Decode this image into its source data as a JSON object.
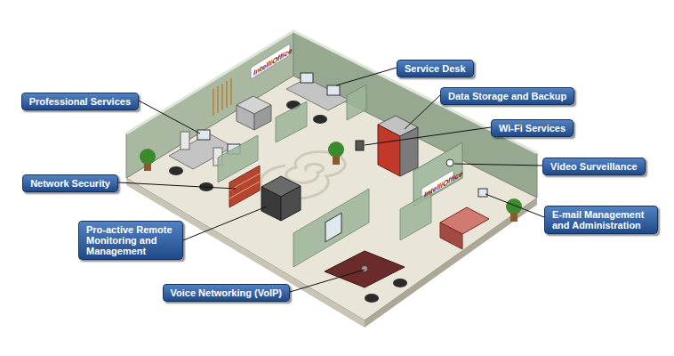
{
  "diagram": {
    "nodes": [
      {
        "text": [
          "Service Desk"
        ]
      },
      {
        "text": [
          "Data Storage and Backup"
        ]
      },
      {
        "text": [
          "Professional Services"
        ]
      },
      {
        "text": [
          "Wi-Fi Services"
        ]
      },
      {
        "text": [
          "Video Surveillance"
        ]
      },
      {
        "text": [
          "Network Security"
        ]
      },
      {
        "text": [
          "E-mail Management and Administration"
        ]
      },
      {
        "text": [
          "Pro-active Remote Monitoring and Management"
        ]
      },
      {
        "text": [
          "Voice Networking (VoIP)"
        ]
      }
    ],
    "labels": [
      "IntelliOffice",
      "IntelliOffice"
    ]
  }
}
